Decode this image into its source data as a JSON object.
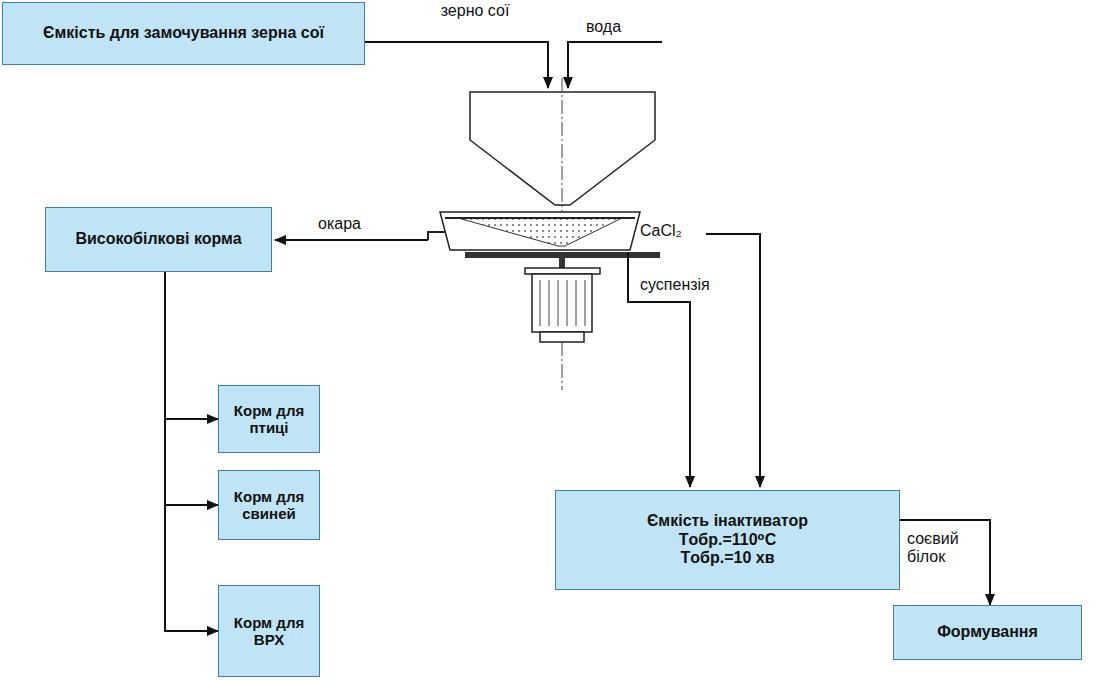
{
  "diagram": {
    "nodes": [
      {
        "text": [
          "Ємкість для замочування зерна сої"
        ]
      },
      {
        "text": [
          "Високобілкові корма"
        ]
      },
      {
        "text": [
          "Корм для птиці"
        ]
      },
      {
        "text": [
          "Корм для свиней"
        ]
      },
      {
        "text": [
          "Корм для ВРХ"
        ]
      },
      {
        "text": [
          "Ємкість інактиватор",
          "Tобр.=110⁰C",
          "Tобр.=10 хв"
        ]
      },
      {
        "text": [
          "Формування"
        ]
      }
    ],
    "edges": [
      {
        "from": 1,
        "to": 2,
        "arrow": "to"
      },
      {
        "from": 1,
        "to": 3,
        "arrow": "to"
      },
      {
        "from": 1,
        "to": 4,
        "arrow": "to"
      },
      {
        "from": 5,
        "to": 6,
        "label": "соєвий білок",
        "arrow": "to"
      }
    ],
    "labels": [
      "зерно сої",
      "вода",
      "окара",
      "суспензія",
      "CaCl₂"
    ]
  }
}
